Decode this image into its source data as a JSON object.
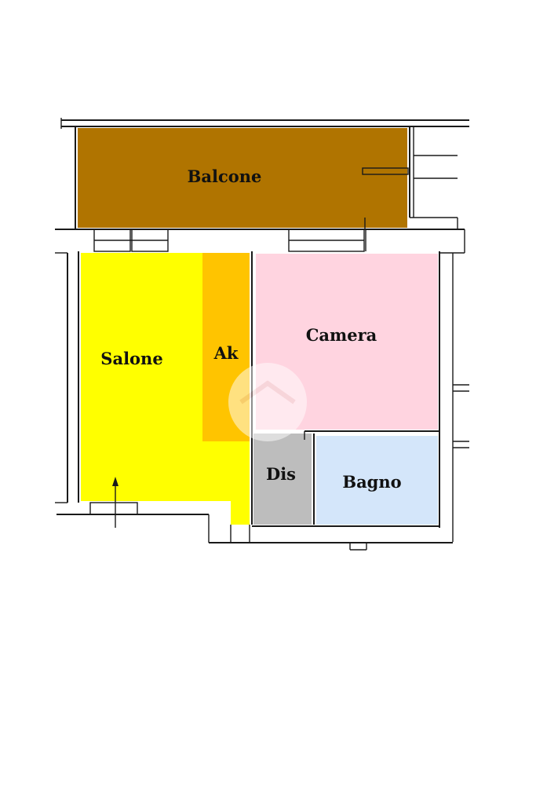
{
  "rooms": [
    {
      "id": "balcone",
      "label": "Balcone",
      "color": "#b07400"
    },
    {
      "id": "salone",
      "label": "Salone",
      "color": "#ffff00"
    },
    {
      "id": "ak",
      "label": "Ak",
      "color": "#ffc400"
    },
    {
      "id": "camera",
      "label": "Camera",
      "color": "#ffd4e0"
    },
    {
      "id": "dis",
      "label": "Dis",
      "color": "#bdbdbd"
    },
    {
      "id": "bagno",
      "label": "Bagno",
      "color": "#d4e6fa"
    }
  ],
  "colors": {
    "wall": "#1a1a1a",
    "background": "#ffffff"
  },
  "icons": {
    "entrance": "entrance-arrow-icon",
    "watermark": "watermark-logo-icon"
  }
}
